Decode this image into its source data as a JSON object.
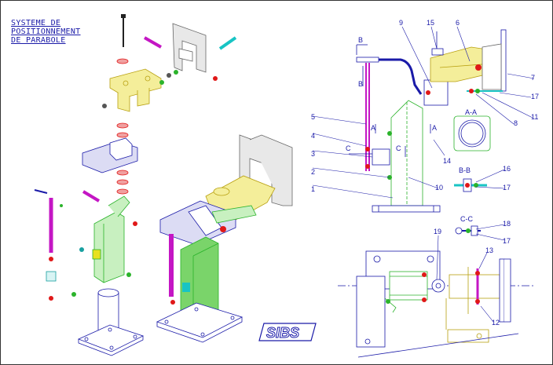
{
  "title": {
    "line1": "SYSTEME DE",
    "line2": "POSITIONNEMENT",
    "line3": "DE PARABOLE"
  },
  "logo_text": "SIBS",
  "callouts": {
    "n1": "1",
    "n2": "2",
    "n3": "3",
    "n4": "4",
    "n5": "5",
    "n6": "6",
    "n7": "7",
    "n8": "8",
    "n9": "9",
    "n10": "10",
    "n11": "11",
    "n12": "12",
    "n13": "13",
    "n14": "14",
    "n15": "15",
    "n16": "16",
    "n17a": "17",
    "n17b": "17",
    "n17c": "17",
    "n18": "18",
    "n19": "19"
  },
  "section_labels": {
    "b_top": "B",
    "b_mid": "B",
    "a_left": "A",
    "a_right": "A",
    "c_left": "C",
    "c_right": "C",
    "aa": "A-A",
    "bb": "B-B",
    "cc": "C-C"
  },
  "colors": {
    "line": "#1a1aa8",
    "green": "#2bb32b",
    "yellow": "#d8c41a",
    "magenta": "#c416c4",
    "red": "#e01818",
    "cyan": "#18c4c4",
    "grey": "#8c8c8c"
  }
}
